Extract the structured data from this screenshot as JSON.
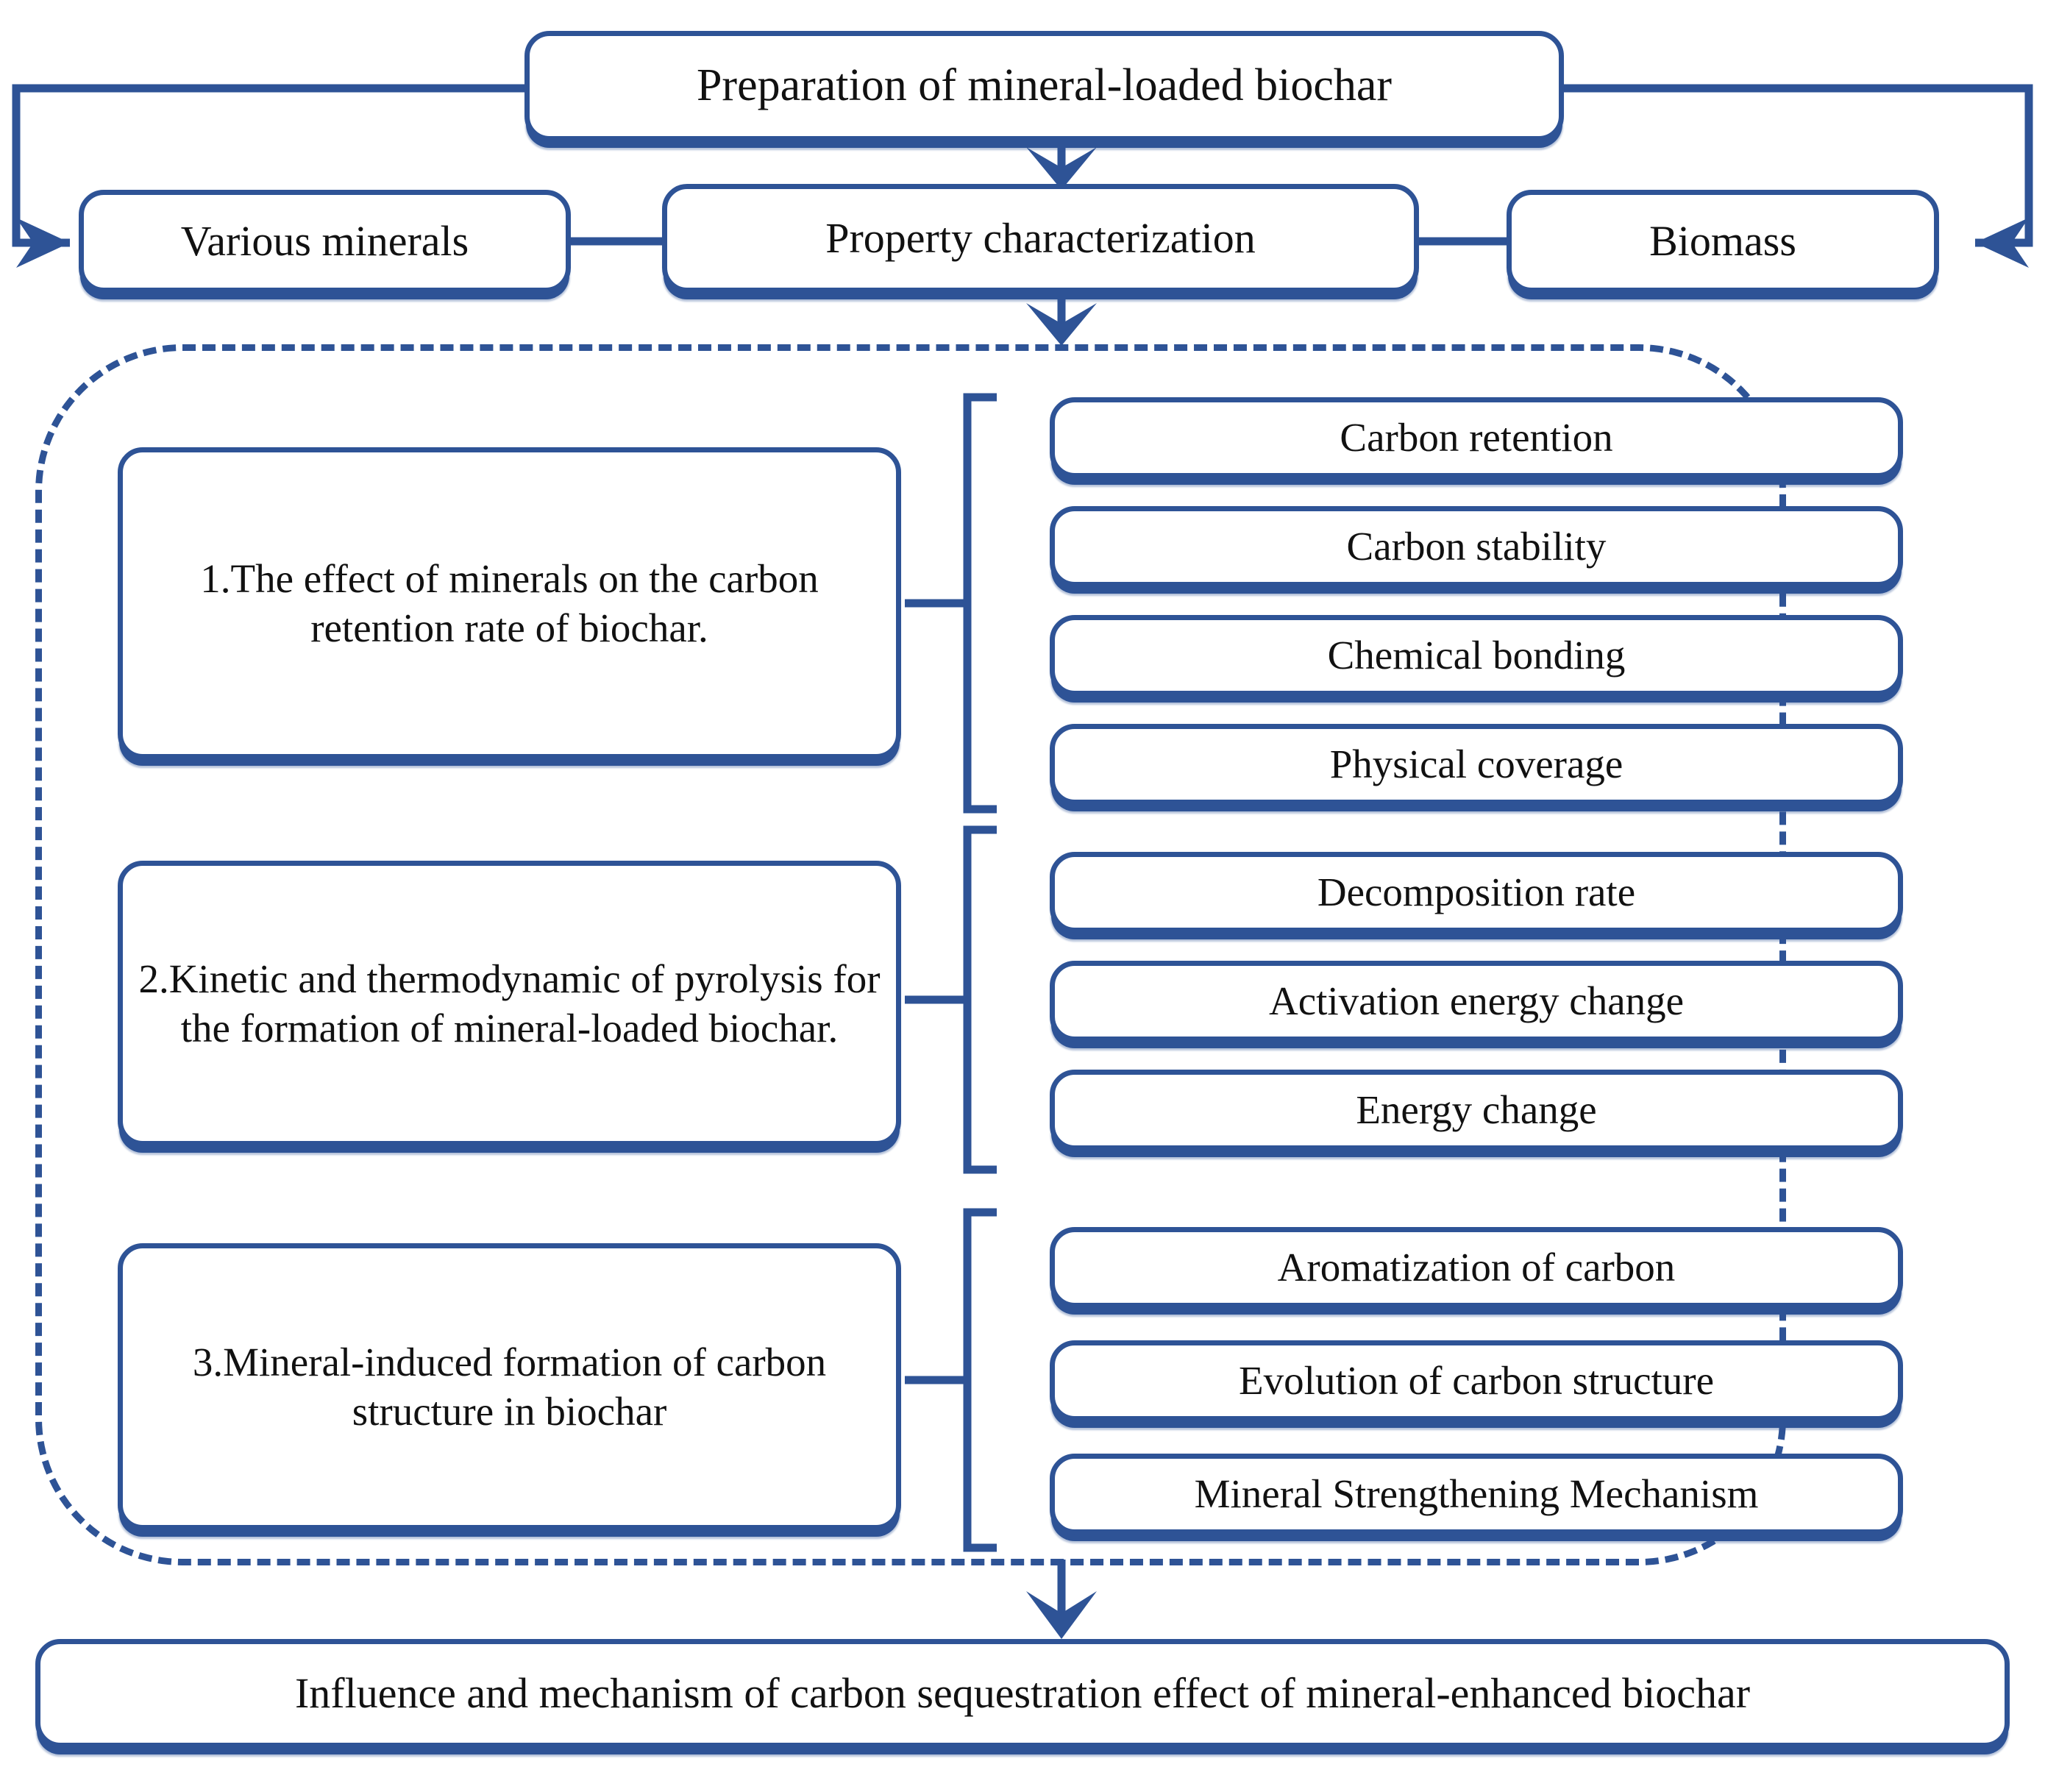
{
  "diagram": {
    "title_box": {
      "label": "Preparation of mineral-loaded biochar"
    },
    "row2": {
      "left": {
        "label": "Various minerals"
      },
      "center": {
        "label": "Property characterization"
      },
      "right": {
        "label": "Biomass"
      }
    },
    "objectives": [
      {
        "id": 1,
        "label": "1.The effect of minerals on the carbon retention rate of biochar.",
        "outputs": [
          {
            "label": "Carbon retention"
          },
          {
            "label": "Carbon stability"
          },
          {
            "label": "Chemical bonding"
          },
          {
            "label": "Physical coverage"
          }
        ]
      },
      {
        "id": 2,
        "label": "2.Kinetic and thermodynamic of pyrolysis for the formation of mineral-loaded biochar.",
        "outputs": [
          {
            "label": "Decomposition rate"
          },
          {
            "label": "Activation energy change"
          },
          {
            "label": "Energy change"
          }
        ]
      },
      {
        "id": 3,
        "label": "3.Mineral-induced formation of carbon structure in biochar",
        "outputs": [
          {
            "label": "Aromatization of carbon"
          },
          {
            "label": "Evolution of carbon structure"
          },
          {
            "label": "Mineral Strengthening Mechanism"
          }
        ]
      }
    ],
    "conclusion_box": {
      "label": "Influence and mechanism of carbon sequestration effect of mineral-enhanced biochar"
    },
    "colors": {
      "accent": "#2E5396",
      "background": "#FFFFFF",
      "text": "#111111"
    }
  }
}
